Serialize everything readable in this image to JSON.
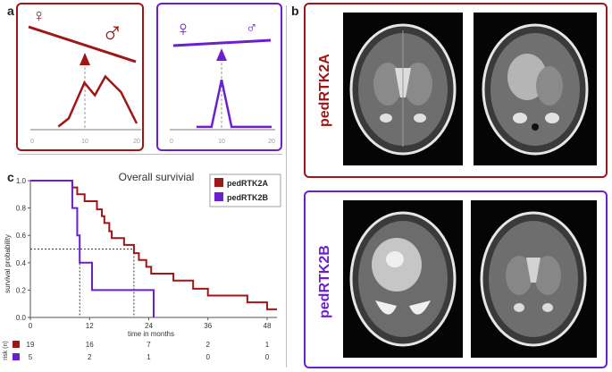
{
  "panel_letters": {
    "a": "a",
    "b": "b",
    "c": "c"
  },
  "colors": {
    "rtk2a": "#a01515",
    "rtk2b": "#6a1fd1",
    "grid": "#bdbdbd"
  },
  "panel_a": {
    "female_symbol": "♀",
    "male_symbol": "♂",
    "axis_ticks": [
      "0",
      "10",
      "20"
    ],
    "groups": [
      {
        "name": "pedRTK2A",
        "peak_age": 10,
        "tilt": "male-heavy",
        "age_points": [
          [
            5,
            0.05
          ],
          [
            7,
            0.18
          ],
          [
            10,
            0.75
          ],
          [
            12,
            0.55
          ],
          [
            14,
            0.85
          ],
          [
            17,
            0.6
          ],
          [
            20,
            0.1
          ]
        ]
      },
      {
        "name": "pedRTK2B",
        "peak_age": 10,
        "tilt": "female-heavy",
        "age_points": [
          [
            5,
            0.05
          ],
          [
            8,
            0.05
          ],
          [
            10,
            0.9
          ],
          [
            12,
            0.05
          ],
          [
            20,
            0.05
          ]
        ]
      }
    ]
  },
  "panel_b": {
    "labels": [
      "pedRTK2A",
      "pedRTK2B"
    ],
    "images": [
      "brain-mri-axial",
      "brain-mri-axial",
      "brain-mri-axial",
      "brain-mri-axial"
    ]
  },
  "chart_data": {
    "type": "line",
    "title": "Overall survivial",
    "xlabel": "time in months",
    "ylabel": "survival probability",
    "xlim": [
      0,
      50
    ],
    "ylim": [
      0,
      1.0
    ],
    "x_ticks": [
      0,
      12,
      24,
      36,
      48
    ],
    "y_ticks": [
      "0.0",
      "0.2",
      "0.4",
      "0.6",
      "0.8",
      "1.0"
    ],
    "legend": [
      "pedRTK2A",
      "pedRTK2B"
    ],
    "legend_position": "top-right",
    "median_lines": [
      {
        "y": 0.5,
        "x": [
          10,
          21
        ]
      }
    ],
    "series": [
      {
        "name": "pedRTK2A",
        "color": "#a01515",
        "steps": [
          [
            0,
            1.0
          ],
          [
            8.5,
            0.95
          ],
          [
            9.5,
            0.9
          ],
          [
            11,
            0.85
          ],
          [
            13.5,
            0.79
          ],
          [
            14.5,
            0.74
          ],
          [
            15,
            0.69
          ],
          [
            16,
            0.63
          ],
          [
            16.5,
            0.58
          ],
          [
            19,
            0.53
          ],
          [
            21,
            0.47
          ],
          [
            22,
            0.42
          ],
          [
            23.5,
            0.37
          ],
          [
            24.5,
            0.32
          ],
          [
            29,
            0.27
          ],
          [
            33,
            0.21
          ],
          [
            36,
            0.16
          ],
          [
            44,
            0.11
          ],
          [
            48,
            0.06
          ],
          [
            50,
            0.06
          ]
        ]
      },
      {
        "name": "pedRTK2B",
        "color": "#6a1fd1",
        "steps": [
          [
            0,
            1.0
          ],
          [
            8.5,
            0.8
          ],
          [
            9.5,
            0.6
          ],
          [
            10,
            0.4
          ],
          [
            12.5,
            0.2
          ],
          [
            25,
            0.0
          ]
        ]
      }
    ],
    "risk_table": {
      "label": "risk (n)",
      "rows": [
        {
          "name": "pedRTK2A",
          "values": [
            "19",
            "16",
            "7",
            "2",
            "1"
          ]
        },
        {
          "name": "pedRTK2B",
          "values": [
            "5",
            "2",
            "1",
            "0",
            "0"
          ]
        }
      ]
    }
  }
}
